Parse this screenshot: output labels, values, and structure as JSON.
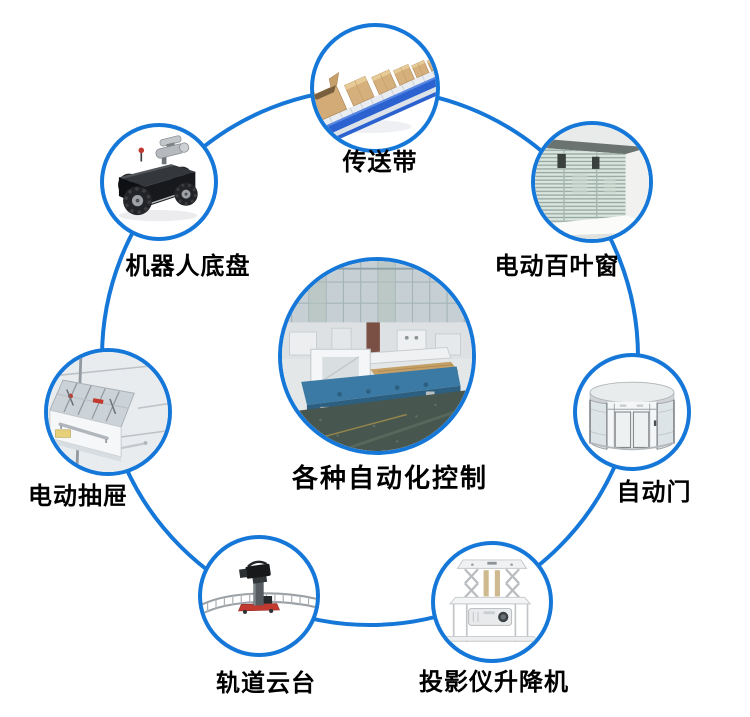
{
  "diagram": {
    "center": {
      "id": "automation-control",
      "label": "各种自动化控制"
    },
    "nodes": [
      {
        "id": "conveyor-belt",
        "label": "传送带"
      },
      {
        "id": "electric-blinds",
        "label": "电动百叶窗"
      },
      {
        "id": "automatic-door",
        "label": "自动门"
      },
      {
        "id": "projector-lift",
        "label": "投影仪升降机"
      },
      {
        "id": "rail-gimbal",
        "label": "轨道云台"
      },
      {
        "id": "electric-drawer",
        "label": "电动抽屉"
      },
      {
        "id": "robot-chassis",
        "label": "机器人底盘"
      }
    ],
    "colors": {
      "accent": "#1577d8",
      "text": "#000000"
    }
  }
}
